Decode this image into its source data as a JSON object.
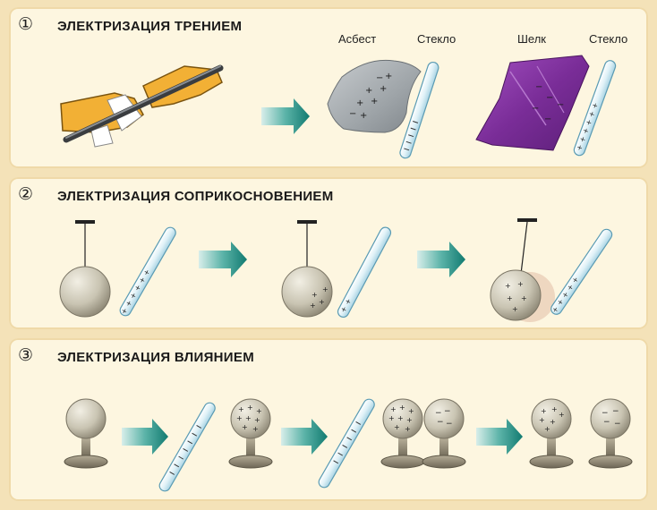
{
  "sections": [
    {
      "number": "①",
      "title": "ЭЛЕКТРИЗАЦИЯ ТРЕНИЕМ",
      "labels": {
        "asbestos": "Асбест",
        "glass_1": "Стекло",
        "silk": "Шелк",
        "glass_2": "Стекло"
      }
    },
    {
      "number": "②",
      "title": "ЭЛЕКТРИЗАЦИЯ СОПРИКОСНОВЕНИЕМ"
    },
    {
      "number": "③",
      "title": "ЭЛЕКТРИЗАЦИЯ ВЛИЯНИЕМ"
    }
  ],
  "colors": {
    "arrow": "#1b8a80",
    "hand": "#f2b035",
    "silk": "#8a3aa8",
    "asbestos": "#a4a9ad",
    "ball": "#c9c4b2",
    "glass": "#dff1f7"
  },
  "icons": [
    "hand-icon",
    "rod-icon",
    "arrow-icon",
    "pendulum-icon",
    "ball-icon",
    "electroscope-icon"
  ]
}
